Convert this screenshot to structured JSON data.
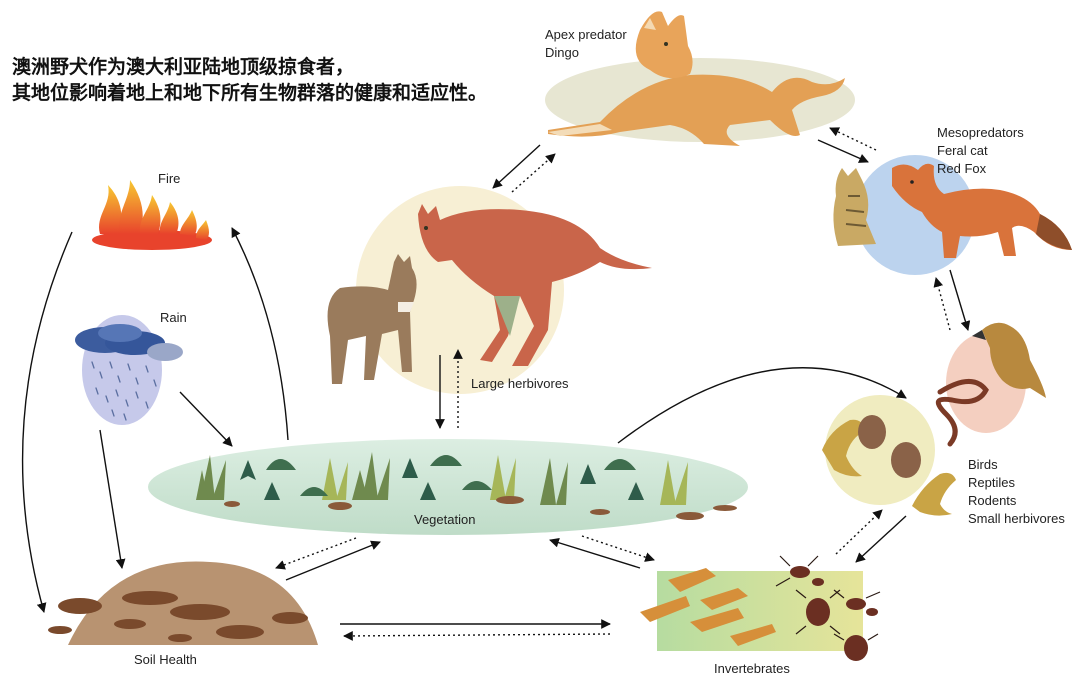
{
  "heading": {
    "line1": "澳洲野犬作为澳大利亚陆地顶级掠食者，",
    "line2": "其地位影响着地上和地下所有生物群落的健康和适应性。"
  },
  "nodes": {
    "apex": {
      "label1": "Apex predator",
      "label2": "Dingo"
    },
    "meso": {
      "label1": "Mesopredators",
      "label2": "Feral cat",
      "label3": "Red Fox"
    },
    "fire": {
      "label": "Fire"
    },
    "rain": {
      "label": "Rain"
    },
    "herbivores": {
      "label": "Large herbivores"
    },
    "vegetation": {
      "label": "Vegetation"
    },
    "small": {
      "label1": "Birds",
      "label2": "Reptiles",
      "label3": "Rodents",
      "label4": "Small herbivores"
    },
    "soil": {
      "label": "Soil Health"
    },
    "invertebrates": {
      "label": "Invertebrates"
    }
  },
  "colors": {
    "dingo_ellipse": "#e7e6d2",
    "meso_circle": "#bcd3ee",
    "herbivore_circle": "#f7efd4",
    "vegetation_ellipse": "#d3e8d7",
    "small_circle": "#f0ecc0",
    "bird_circle": "#f4cfc0",
    "soil_mound": "#b89371",
    "invert_rect": "#cfe3a8",
    "fire": "#e8432c",
    "rain_oval": "#c6c9ea"
  }
}
